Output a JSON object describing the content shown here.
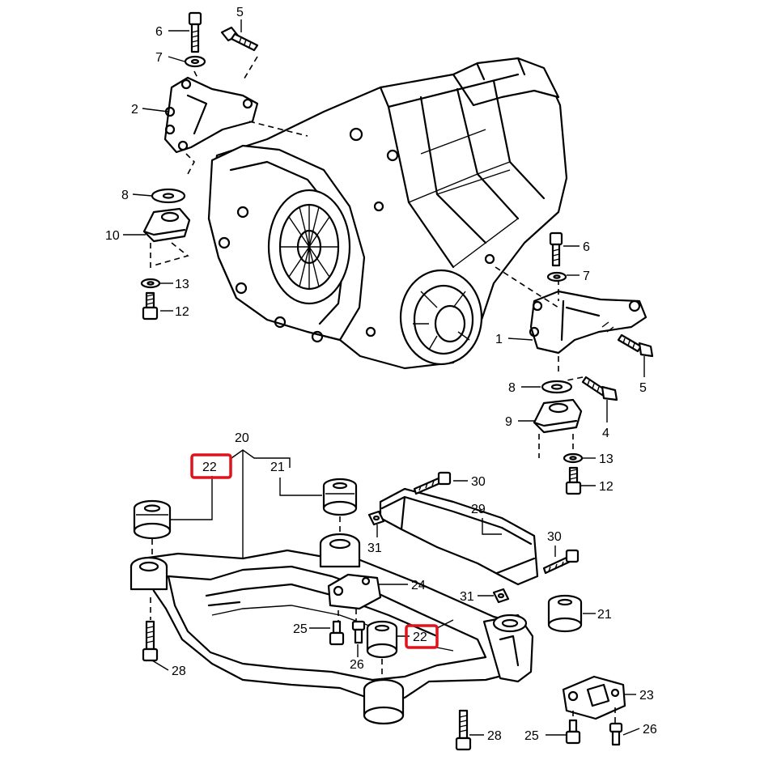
{
  "callouts": {
    "n1": "1",
    "n2": "2",
    "n4": "4",
    "n5a": "5",
    "n5b": "5",
    "n6a": "6",
    "n6b": "6",
    "n7a": "7",
    "n7b": "7",
    "n8a": "8",
    "n8b": "8",
    "n9": "9",
    "n10": "10",
    "n12a": "12",
    "n12b": "12",
    "n13a": "13",
    "n13b": "13",
    "n20": "20",
    "n21a": "21",
    "n21b": "21",
    "n22a": "22",
    "n22b": "22",
    "n23": "23",
    "n24": "24",
    "n25a": "25",
    "n25b": "25",
    "n26a": "26",
    "n26b": "26",
    "n28a": "28",
    "n28b": "28",
    "n29": "29",
    "n30a": "30",
    "n30b": "30",
    "n31a": "31",
    "n31b": "31"
  },
  "highlight_color": "#e0121c"
}
